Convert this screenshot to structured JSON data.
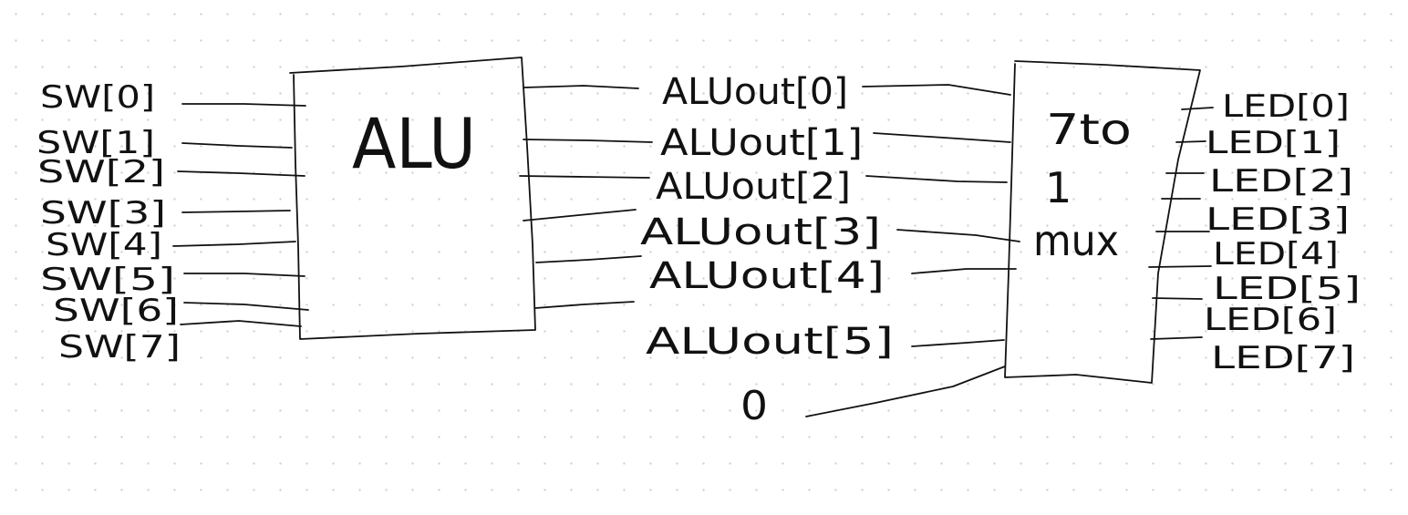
{
  "alu": {
    "label": "ALU"
  },
  "mux": {
    "label_lines": [
      "7to",
      "1",
      "mux"
    ]
  },
  "inputs": [
    "SW[0]",
    "SW[1]",
    "SW[2]",
    "SW[3]",
    "SW[4]",
    "SW[5]",
    "SW[6]",
    "SW[7]"
  ],
  "alu_outputs": [
    "ALUout[0]",
    "ALUout[1]",
    "ALUout[2]",
    "ALUout[3]",
    "ALUout[4]",
    "ALUout[5]"
  ],
  "constant_input": "0",
  "outputs": [
    "LED[0]",
    "LED[1]",
    "LED[2]",
    "LED[3]",
    "LED[4]",
    "LED[5]",
    "LED[6]",
    "LED[7]"
  ]
}
